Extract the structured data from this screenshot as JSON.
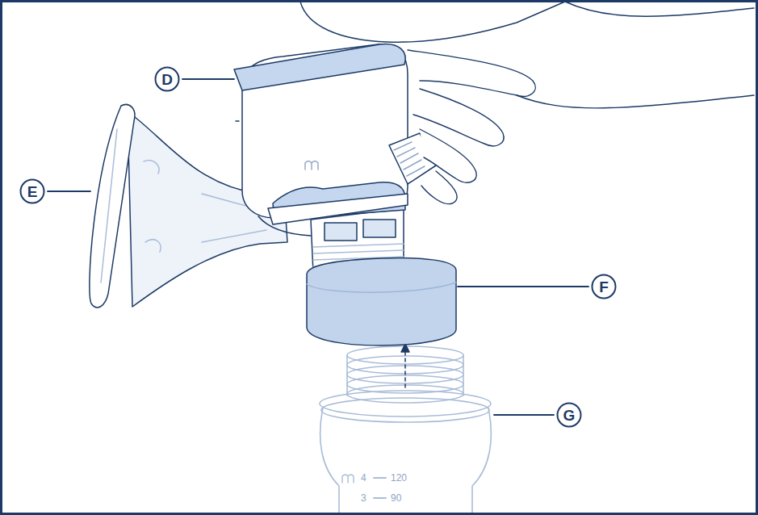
{
  "diagram": {
    "nodes": [
      {
        "text": [
          "D"
        ]
      },
      {
        "text": [
          "E"
        ]
      },
      {
        "text": [
          "F"
        ]
      },
      {
        "text": [
          "G"
        ]
      }
    ],
    "labels": [
      "4",
      "120",
      "3",
      "90"
    ]
  }
}
